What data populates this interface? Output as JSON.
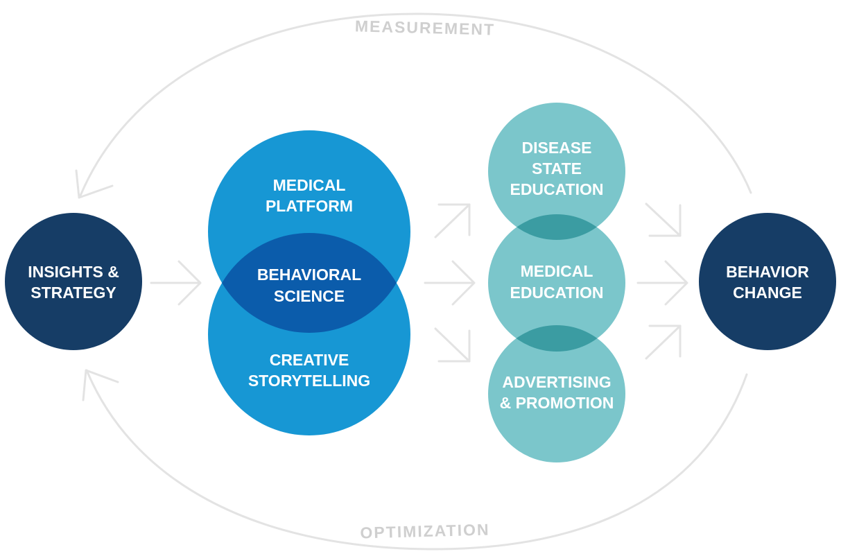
{
  "loop": {
    "top_label": "MEASUREMENT",
    "bottom_label": "OPTIMIZATION"
  },
  "nodes": {
    "insights": {
      "line1": "INSIGHTS &",
      "line2": "STRATEGY"
    },
    "medical_platform": {
      "line1": "MEDICAL",
      "line2": "PLATFORM"
    },
    "behavioral_science": {
      "line1": "BEHAVIORAL",
      "line2": "SCIENCE"
    },
    "creative_storytelling": {
      "line1": "CREATIVE",
      "line2": "STORYTELLING"
    },
    "disease_state": {
      "line1": "DISEASE",
      "line2": "STATE",
      "line3": "EDUCATION"
    },
    "medical_education": {
      "line1": "MEDICAL",
      "line2": "EDUCATION"
    },
    "advertising": {
      "line1": "ADVERTISING",
      "line2": "& PROMOTION"
    },
    "behavior_change": {
      "line1": "BEHAVIOR",
      "line2": "CHANGE"
    }
  },
  "colors": {
    "navy": "#163d66",
    "blue": "#1797d4",
    "blue_overlap": "#0b5cab",
    "teal": "#7bc6cb",
    "teal_overlap": "#3b9ca2",
    "arrow_gray": "#e3e3e3",
    "label_gray": "#cfcfcf"
  }
}
